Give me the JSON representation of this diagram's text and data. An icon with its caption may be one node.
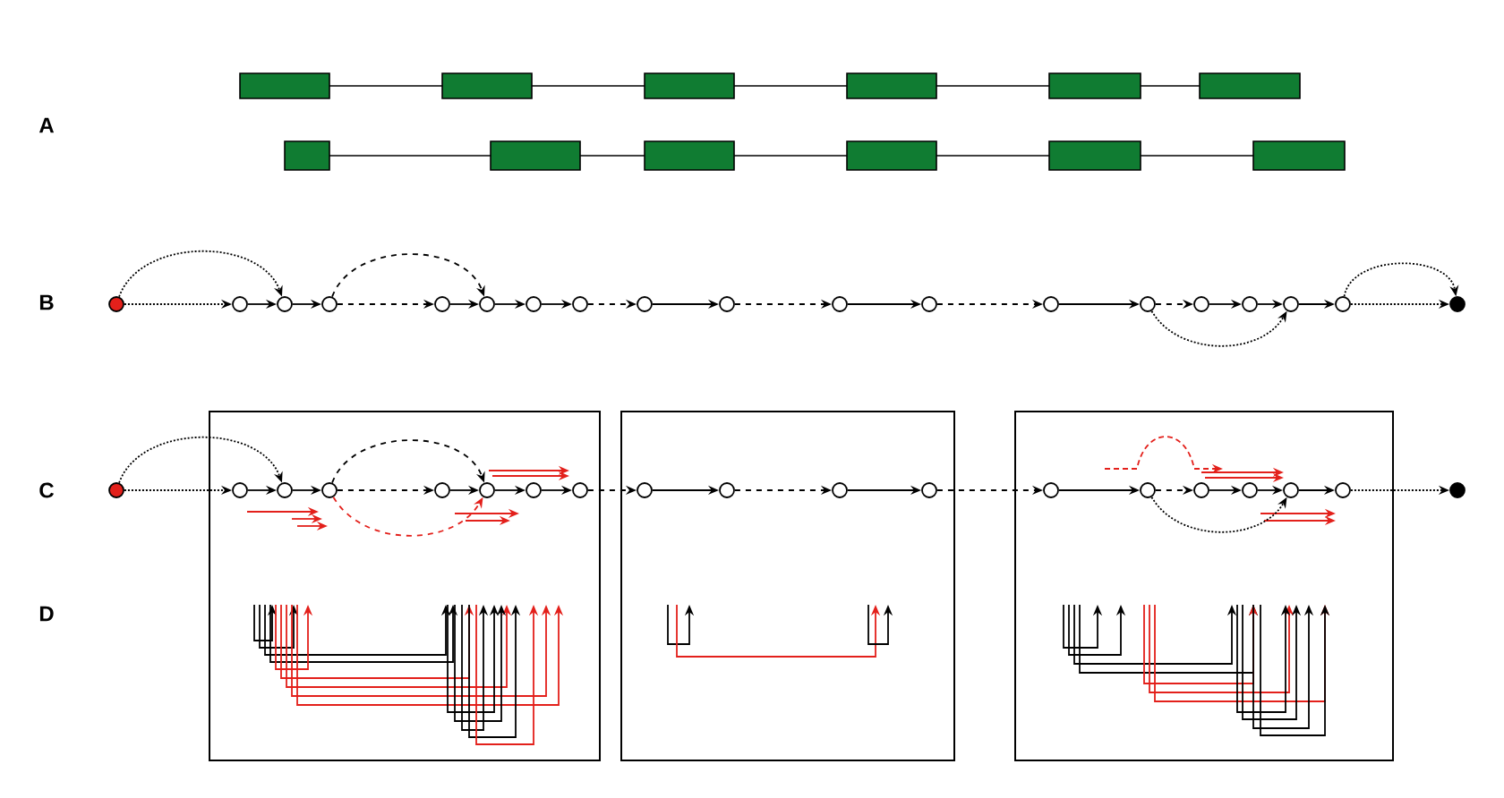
{
  "diagram": {
    "nodes": [
      {
        "text": [],
        "shape": "circle"
      },
      {
        "text": [],
        "shape": "circle"
      },
      {
        "text": [],
        "shape": "circle"
      },
      {
        "text": [],
        "shape": "circle"
      },
      {
        "text": [],
        "shape": "circle"
      },
      {
        "text": [],
        "shape": "circle"
      },
      {
        "text": [],
        "shape": "circle"
      },
      {
        "text": [],
        "shape": "circle"
      },
      {
        "text": [],
        "shape": "circle"
      },
      {
        "text": [],
        "shape": "circle"
      },
      {
        "text": [],
        "shape": "circle"
      },
      {
        "text": [],
        "shape": "circle"
      },
      {
        "text": [],
        "shape": "circle"
      },
      {
        "text": [],
        "shape": "circle"
      },
      {
        "text": [],
        "shape": "circle"
      },
      {
        "text": [],
        "shape": "circle"
      },
      {
        "text": [],
        "shape": "circle"
      },
      {
        "text": [],
        "shape": "circle"
      },
      {
        "text": [],
        "shape": "circle"
      },
      {
        "text": [],
        "shape": "circle"
      },
      {
        "text": [],
        "shape": "circle"
      },
      {
        "text": [],
        "shape": "circle"
      },
      {
        "text": [],
        "shape": "circle"
      },
      {
        "text": [],
        "shape": "circle"
      },
      {
        "text": [],
        "shape": "circle"
      },
      {
        "text": [],
        "shape": "circle"
      },
      {
        "text": [],
        "shape": "circle"
      },
      {
        "text": [],
        "shape": "circle"
      },
      {
        "text": [],
        "shape": "circle"
      },
      {
        "text": [],
        "shape": "circle"
      },
      {
        "text": [],
        "shape": "circle"
      },
      {
        "text": [],
        "shape": "circle"
      },
      {
        "text": [],
        "shape": "circle"
      },
      {
        "text": [],
        "shape": "circle"
      },
      {
        "text": [],
        "shape": "circle"
      },
      {
        "text": [],
        "shape": "circle"
      },
      {
        "text": [],
        "shape": "circle"
      },
      {
        "text": [],
        "shape": "circle"
      }
    ],
    "edges": [
      {
        "from": 0,
        "to": 1,
        "arrow": "to",
        "style": "dashed"
      },
      {
        "from": 1,
        "to": 2,
        "arrow": "to"
      },
      {
        "from": 2,
        "to": 3,
        "arrow": "to"
      },
      {
        "from": 3,
        "to": 4,
        "arrow": "to",
        "style": "dashed"
      },
      {
        "from": 4,
        "to": 5,
        "arrow": "to"
      },
      {
        "from": 5,
        "to": 6,
        "arrow": "to"
      },
      {
        "from": 6,
        "to": 7,
        "arrow": "to"
      },
      {
        "from": 7,
        "to": 8,
        "arrow": "to",
        "style": "dashed"
      },
      {
        "from": 8,
        "to": 9,
        "arrow": "to"
      },
      {
        "from": 9,
        "to": 10,
        "arrow": "to",
        "style": "dashed"
      },
      {
        "from": 10,
        "to": 11,
        "arrow": "to"
      },
      {
        "from": 11,
        "to": 12,
        "arrow": "to",
        "style": "dashed"
      },
      {
        "from": 12,
        "to": 13,
        "arrow": "to"
      },
      {
        "from": 13,
        "to": 14,
        "arrow": "to",
        "style": "dashed"
      },
      {
        "from": 14,
        "to": 15,
        "arrow": "to"
      },
      {
        "from": 15,
        "to": 16,
        "arrow": "to"
      },
      {
        "from": 16,
        "to": 17,
        "arrow": "to"
      },
      {
        "from": 17,
        "to": 18,
        "arrow": "to",
        "style": "dashed"
      },
      {
        "from": 0,
        "to": 2,
        "arrow": "to",
        "style": "dashed"
      },
      {
        "from": 3,
        "to": 5,
        "arrow": "to",
        "style": "dashed"
      },
      {
        "from": 13,
        "to": 16,
        "arrow": "to",
        "style": "dashed"
      },
      {
        "from": 17,
        "to": 18,
        "arrow": "to",
        "style": "dashed"
      },
      {
        "from": 19,
        "to": 20,
        "arrow": "to",
        "style": "dashed"
      },
      {
        "from": 20,
        "to": 21,
        "arrow": "to"
      },
      {
        "from": 21,
        "to": 22,
        "arrow": "to"
      },
      {
        "from": 22,
        "to": 23,
        "arrow": "to",
        "style": "dashed"
      },
      {
        "from": 23,
        "to": 24,
        "arrow": "to"
      },
      {
        "from": 24,
        "to": 25,
        "arrow": "to"
      },
      {
        "from": 25,
        "to": 26,
        "arrow": "to"
      },
      {
        "from": 26,
        "to": 27,
        "arrow": "to",
        "style": "dashed"
      },
      {
        "from": 27,
        "to": 28,
        "arrow": "to"
      },
      {
        "from": 28,
        "to": 29,
        "arrow": "to",
        "style": "dashed"
      },
      {
        "from": 29,
        "to": 30,
        "arrow": "to"
      },
      {
        "from": 30,
        "to": 31,
        "arrow": "to",
        "style": "dashed"
      },
      {
        "from": 31,
        "to": 32,
        "arrow": "to"
      },
      {
        "from": 32,
        "to": 33,
        "arrow": "to",
        "style": "dashed"
      },
      {
        "from": 33,
        "to": 34,
        "arrow": "to"
      },
      {
        "from": 34,
        "to": 35,
        "arrow": "to"
      },
      {
        "from": 35,
        "to": 36,
        "arrow": "to"
      },
      {
        "from": 36,
        "to": 37,
        "arrow": "to",
        "style": "dashed"
      },
      {
        "from": 19,
        "to": 21,
        "arrow": "to",
        "style": "dashed"
      },
      {
        "from": 22,
        "to": 24,
        "arrow": "to",
        "style": "dashed"
      },
      {
        "from": 22,
        "to": 24,
        "arrow": "to",
        "style": "dashed",
        "color": "#e3201b"
      },
      {
        "from": 32,
        "to": 35,
        "arrow": "to",
        "style": "dashed"
      }
    ],
    "labels": [
      "A",
      "B",
      "C",
      "D"
    ]
  }
}
